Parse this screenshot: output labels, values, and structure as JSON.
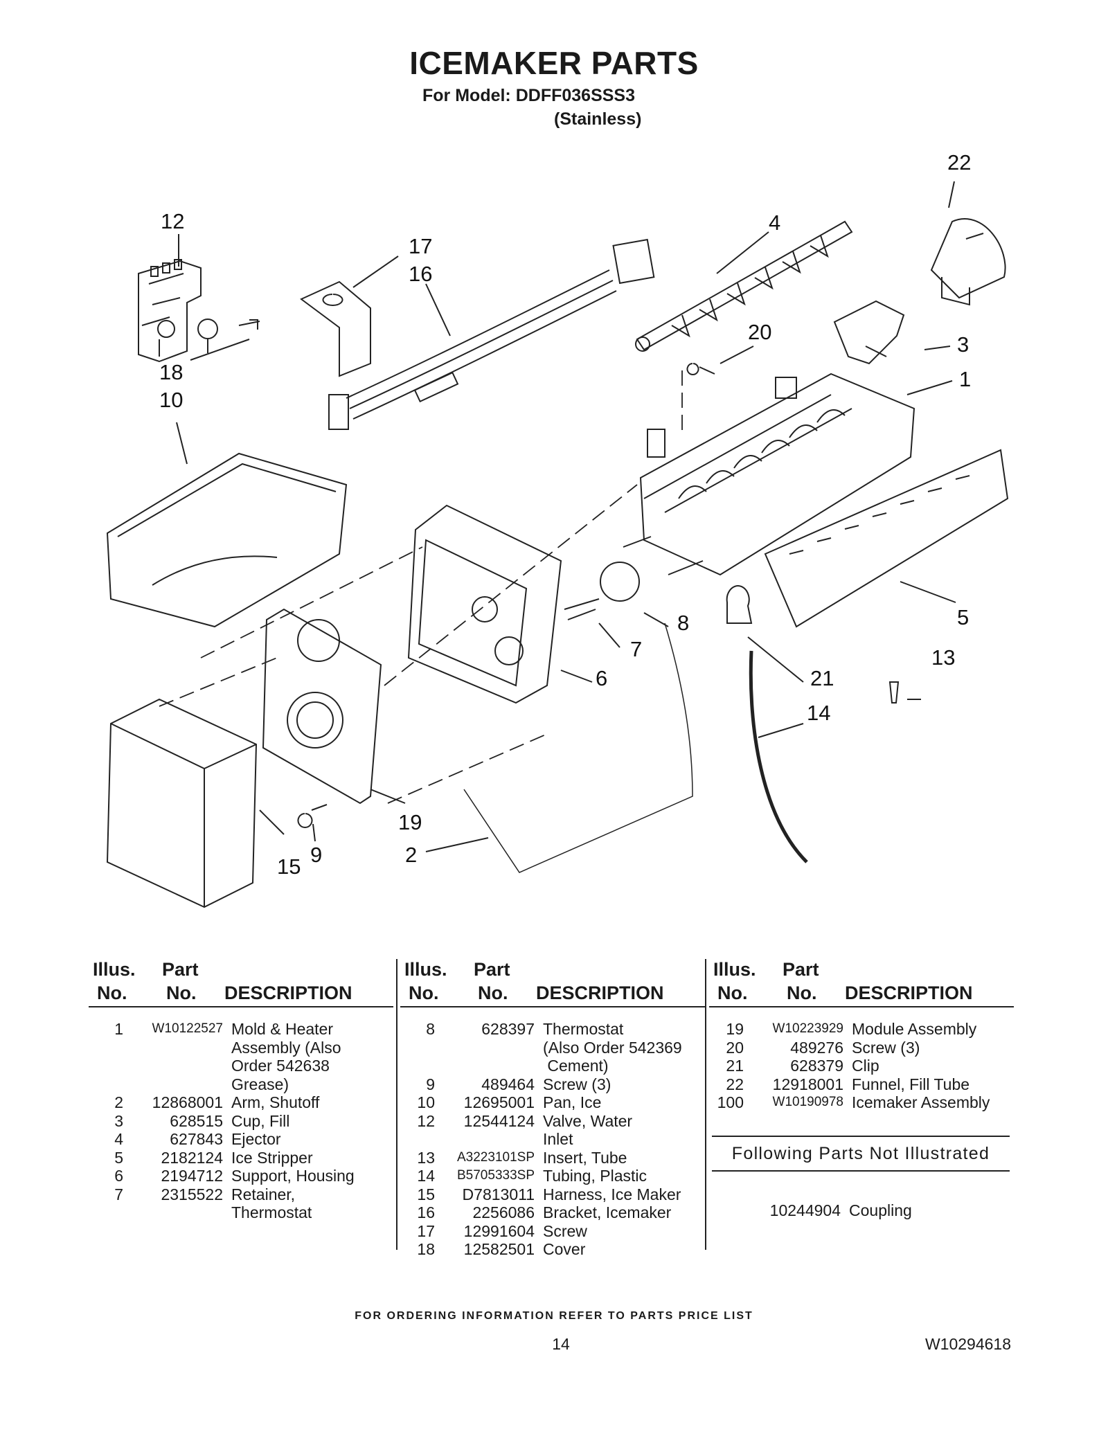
{
  "header": {
    "title": "ICEMAKER PARTS",
    "model_line": "For Model: DDFF036SSS3",
    "finish": "(Stainless)"
  },
  "callouts": [
    "1",
    "2",
    "3",
    "4",
    "5",
    "6",
    "7",
    "8",
    "9",
    "10",
    "12",
    "13",
    "14",
    "15",
    "16",
    "17",
    "18",
    "19",
    "20",
    "21",
    "22"
  ],
  "table_headers": {
    "illus": "Illus.",
    "no": "No.",
    "part": "Part",
    "part_no": "No.",
    "description": "DESCRIPTION"
  },
  "columns": [
    [
      {
        "illus": "1",
        "part": "W10122527",
        "desc": "Mold & Heater\nAssembly (Also\nOrder 542638\nGrease)"
      },
      {
        "illus": "2",
        "part": "12868001",
        "desc": "Arm, Shutoff"
      },
      {
        "illus": "3",
        "part": "628515",
        "desc": "Cup, Fill"
      },
      {
        "illus": "4",
        "part": "627843",
        "desc": "Ejector"
      },
      {
        "illus": "5",
        "part": "2182124",
        "desc": "Ice Stripper"
      },
      {
        "illus": "6",
        "part": "2194712",
        "desc": "Support, Housing"
      },
      {
        "illus": "7",
        "part": "2315522",
        "desc": "Retainer,\nThermostat"
      }
    ],
    [
      {
        "illus": "8",
        "part": "628397",
        "desc": "Thermostat\n(Also Order 542369\n Cement)"
      },
      {
        "illus": "9",
        "part": "489464",
        "desc": "Screw (3)"
      },
      {
        "illus": "10",
        "part": "12695001",
        "desc": "Pan, Ice"
      },
      {
        "illus": "12",
        "part": "12544124",
        "desc": "Valve, Water\nInlet"
      },
      {
        "illus": "13",
        "part": "A3223101SP",
        "desc": "Insert, Tube"
      },
      {
        "illus": "14",
        "part": "B5705333SP",
        "desc": "Tubing, Plastic"
      },
      {
        "illus": "15",
        "part": "D7813011",
        "desc": "Harness, Ice Maker"
      },
      {
        "illus": "16",
        "part": "2256086",
        "desc": "Bracket, Icemaker"
      },
      {
        "illus": "17",
        "part": "12991604",
        "desc": "Screw"
      },
      {
        "illus": "18",
        "part": "12582501",
        "desc": "Cover"
      }
    ],
    [
      {
        "illus": "19",
        "part": "W10223929",
        "desc": "Module Assembly"
      },
      {
        "illus": "20",
        "part": "489276",
        "desc": "Screw (3)"
      },
      {
        "illus": "21",
        "part": "628379",
        "desc": "Clip"
      },
      {
        "illus": "22",
        "part": "12918001",
        "desc": "Funnel, Fill Tube"
      },
      {
        "illus": "100",
        "part": "W10190978",
        "desc": "Icemaker Assembly"
      }
    ]
  ],
  "not_illustrated": {
    "heading": "Following Parts Not Illustrated",
    "part": "10244904",
    "desc": "Coupling"
  },
  "footer": {
    "ordering": "FOR ORDERING INFORMATION REFER TO PARTS PRICE LIST",
    "page": "14",
    "doc_number": "W10294618"
  }
}
